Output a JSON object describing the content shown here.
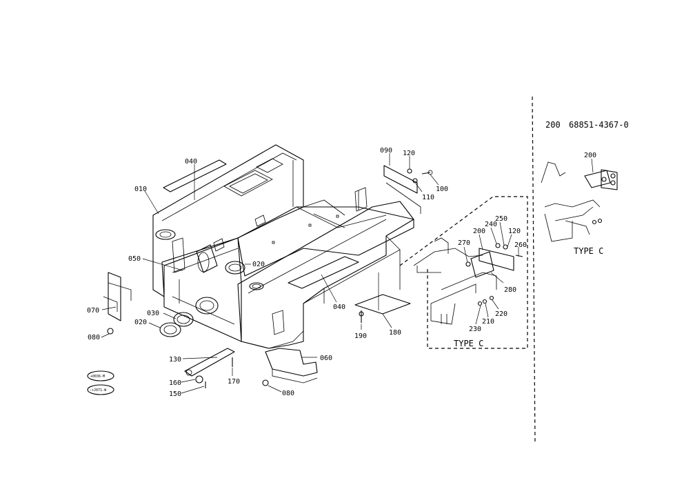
{
  "header": {
    "ref_no": "200",
    "part_no": "68851-4367-0"
  },
  "callouts": [
    "040",
    "010",
    "050",
    "020",
    "070",
    "080",
    "030",
    "020",
    "130",
    "160",
    "150",
    "170",
    "080",
    "060",
    "040",
    "190",
    "180",
    "090",
    "120",
    "110",
    "100",
    "270",
    "200",
    "240",
    "250",
    "120",
    "260",
    "280",
    "230",
    "210",
    "220",
    "200"
  ],
  "type_labels": [
    "TYPE C",
    "TYPE C"
  ],
  "stamps": [
    "+0036-M",
    "-+J071-W"
  ]
}
